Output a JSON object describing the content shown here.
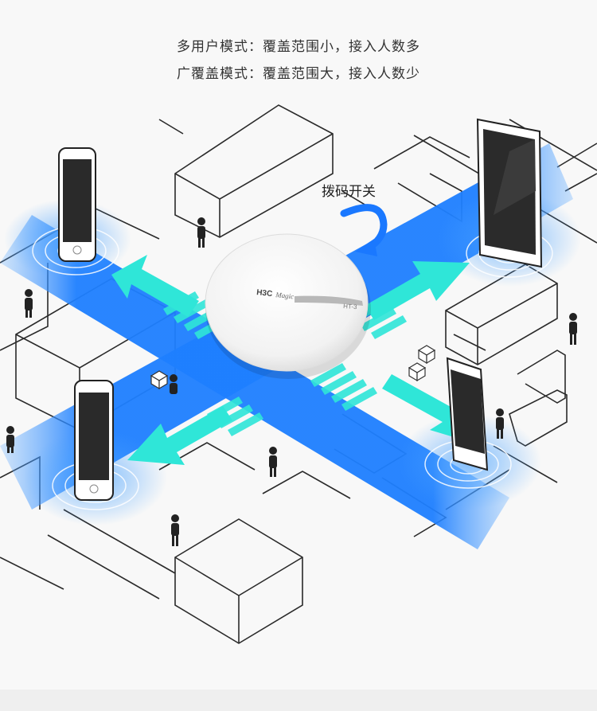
{
  "captions": {
    "multi_user": "多用户模式：覆盖范围小，接入人数多",
    "wide_coverage": "广覆盖模式：覆盖范围大，接入人数少"
  },
  "switch_label": "拨码开关",
  "device": {
    "brand": "H3C",
    "brand_sub": "Magic",
    "model": "HT-3"
  },
  "colors": {
    "road": "#1e7fff",
    "arrow": "#2fe6d8",
    "outline": "#2a2a2a",
    "curved_arrow": "#1a78ff"
  },
  "icons": [
    "phone-icon",
    "tablet-icon",
    "person-icon",
    "box-icon",
    "curved-arrow-icon"
  ]
}
